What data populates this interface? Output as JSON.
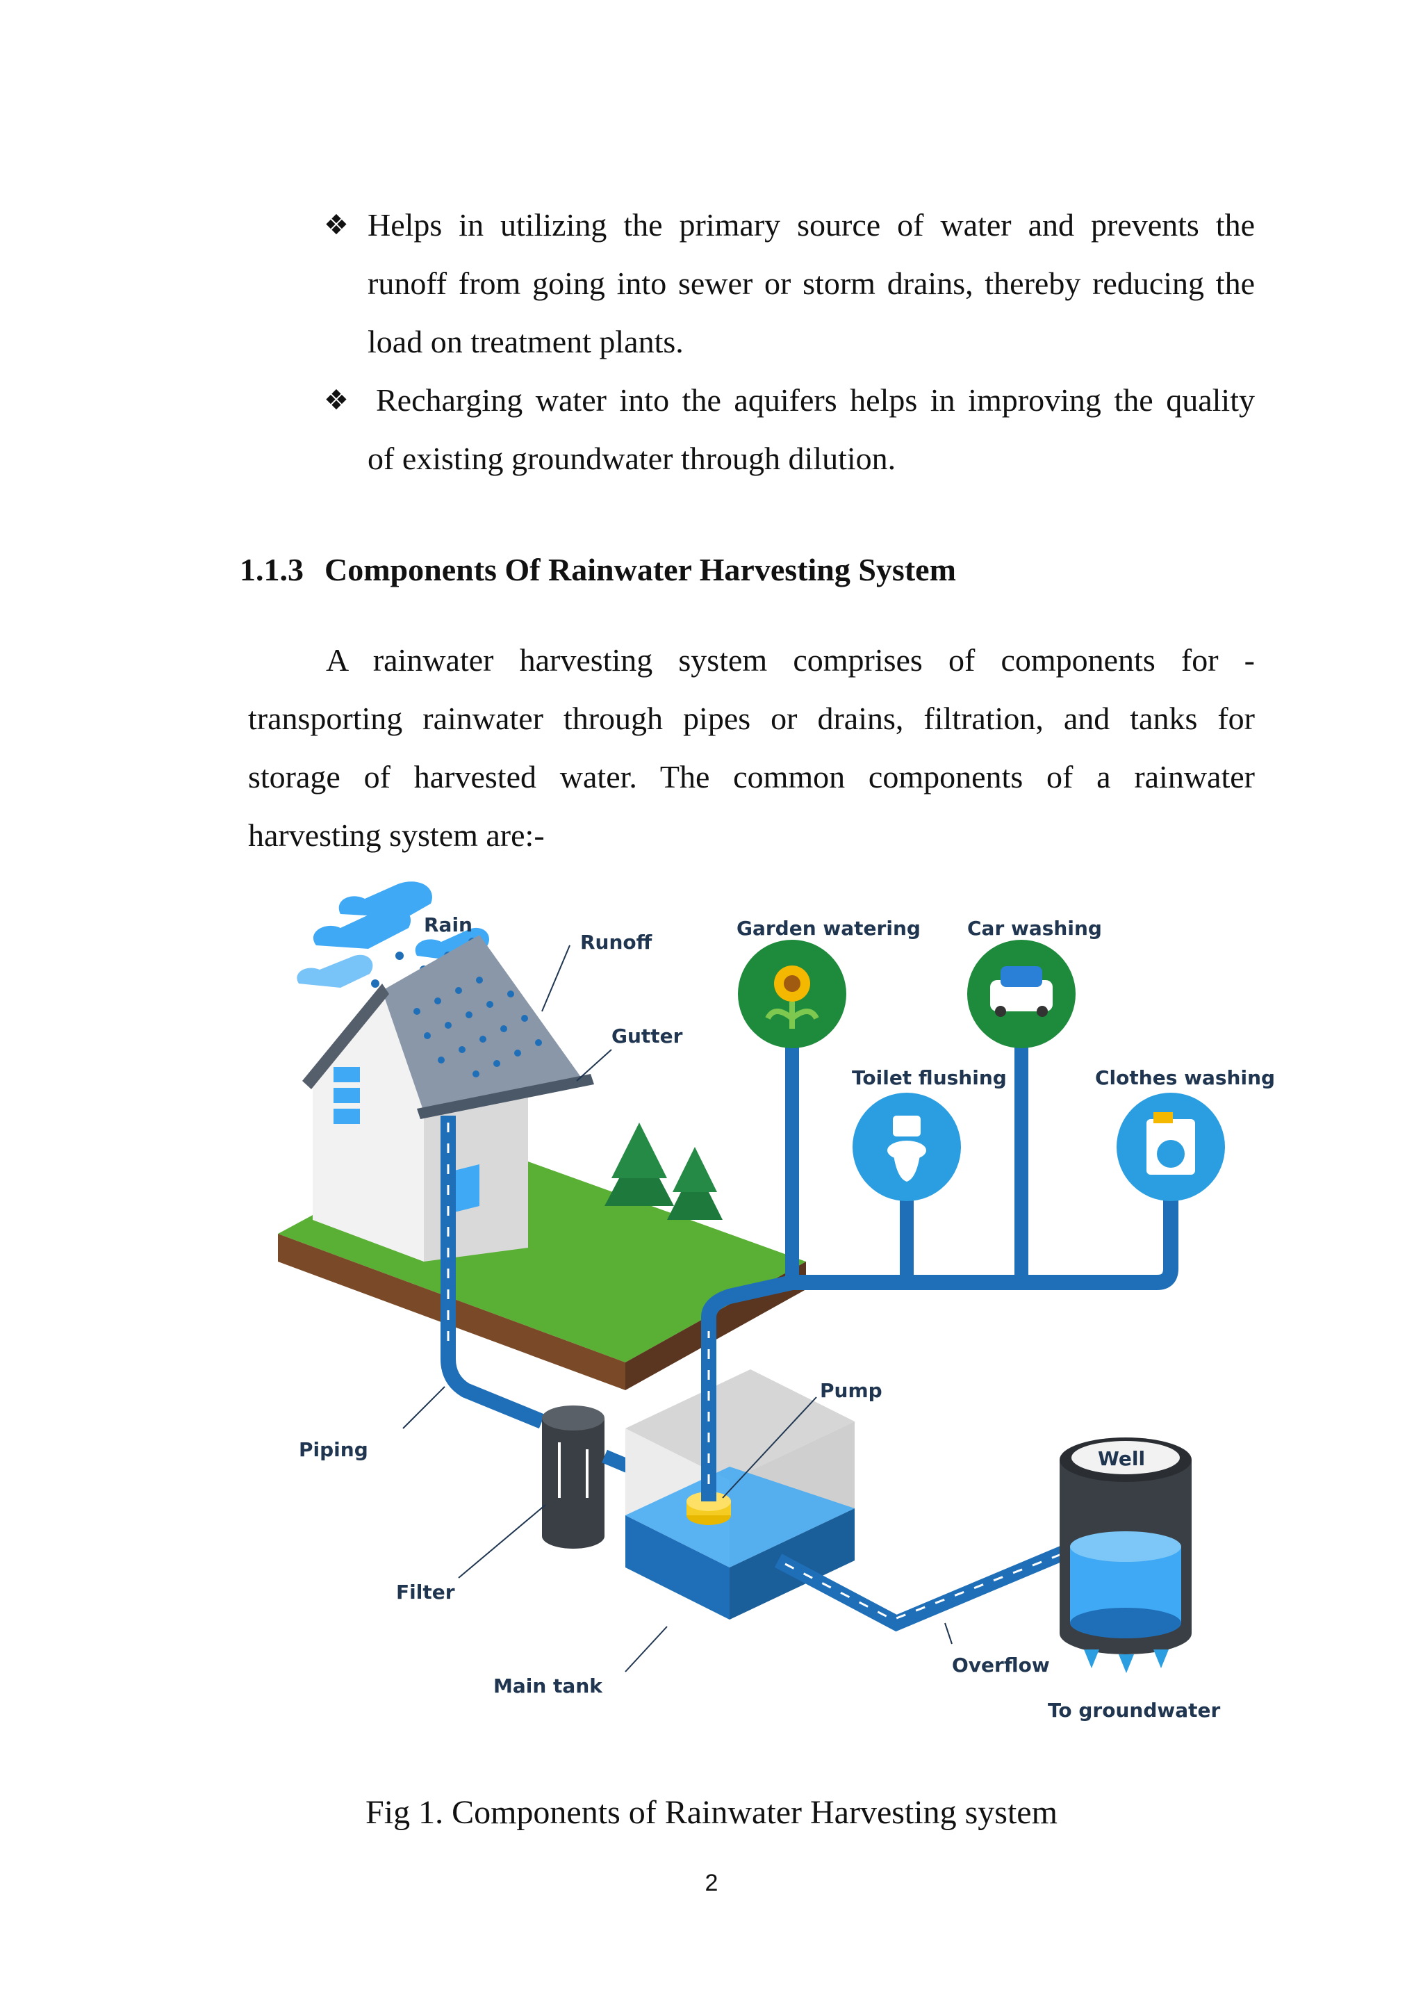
{
  "bullets": [
    {
      "lines": [
        "Helps in utilizing the primary source of water and prevents the",
        "runoff from going into sewer or storm drains, thereby reducing the",
        "load on treatment plants."
      ]
    },
    {
      "lines": [
        "Recharging water into the aquifers helps in improving the quality",
        "of existing groundwater through dilution."
      ]
    }
  ],
  "section": {
    "number": "1.1.3",
    "title": "Components Of Rainwater Harvesting System"
  },
  "intro_lines": [
    "A rainwater harvesting system comprises of components for -",
    "transporting rainwater through pipes or drains, filtration, and tanks for",
    "storage of harvested water. The common components of a rainwater",
    "harvesting system are:-"
  ],
  "figure": {
    "labels": {
      "rain": "Rain",
      "runoff": "Runoff",
      "gutter": "Gutter",
      "piping": "Piping",
      "filter": "Filter",
      "main_tank": "Main tank",
      "pump": "Pump",
      "overflow": "Overflow",
      "well": "Well",
      "to_groundwater": "To groundwater",
      "garden_watering": "Garden watering",
      "car_washing": "Car washing",
      "toilet_flushing": "Toilet flushing",
      "clothes_washing": "Clothes washing"
    },
    "colors": {
      "pipe": "#1f6fb8",
      "water": "#2a9ee0",
      "grass": "#5ab034",
      "soil": "#7a4a28",
      "circle_green": "#1e8a3c",
      "circle_blue": "#2a9ee0"
    }
  },
  "caption": "Fig 1. Components of Rainwater Harvesting system",
  "page_number": "2"
}
